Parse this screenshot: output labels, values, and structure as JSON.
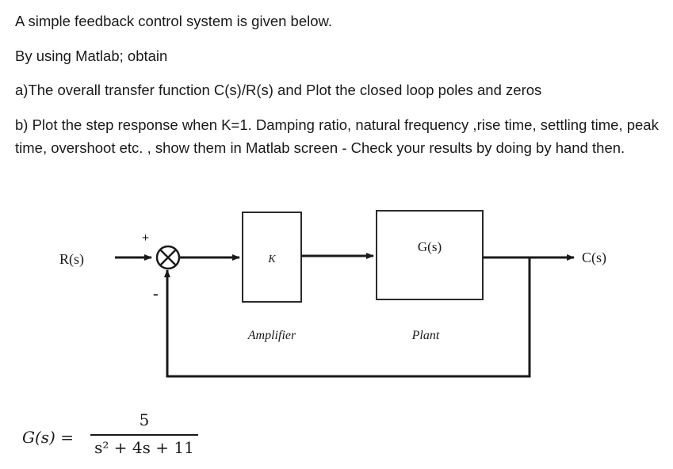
{
  "text": {
    "line1": "A simple feedback control system is given below.",
    "line2": "By using Matlab; obtain",
    "line3": "a)The overall transfer function C(s)/R(s) and Plot the closed loop poles and zeros",
    "line4": "b) Plot the step response when K=1. Damping ratio, natural frequency ,rise time, settling time, peak time, overshoot etc. , show them in Matlab screen - Check your results by doing by hand then."
  },
  "diagram": {
    "input_label": "R(s)",
    "output_label": "C(s)",
    "plus_sign": "+",
    "minus_sign": "-",
    "amplifier_symbol": "K",
    "plant_symbol": "G(s)",
    "amplifier_caption": "Amplifier",
    "plant_caption": "Plant"
  },
  "formula": {
    "lhs": "G(s) =",
    "numerator": "5",
    "denominator": "s² + 4s + 11"
  }
}
